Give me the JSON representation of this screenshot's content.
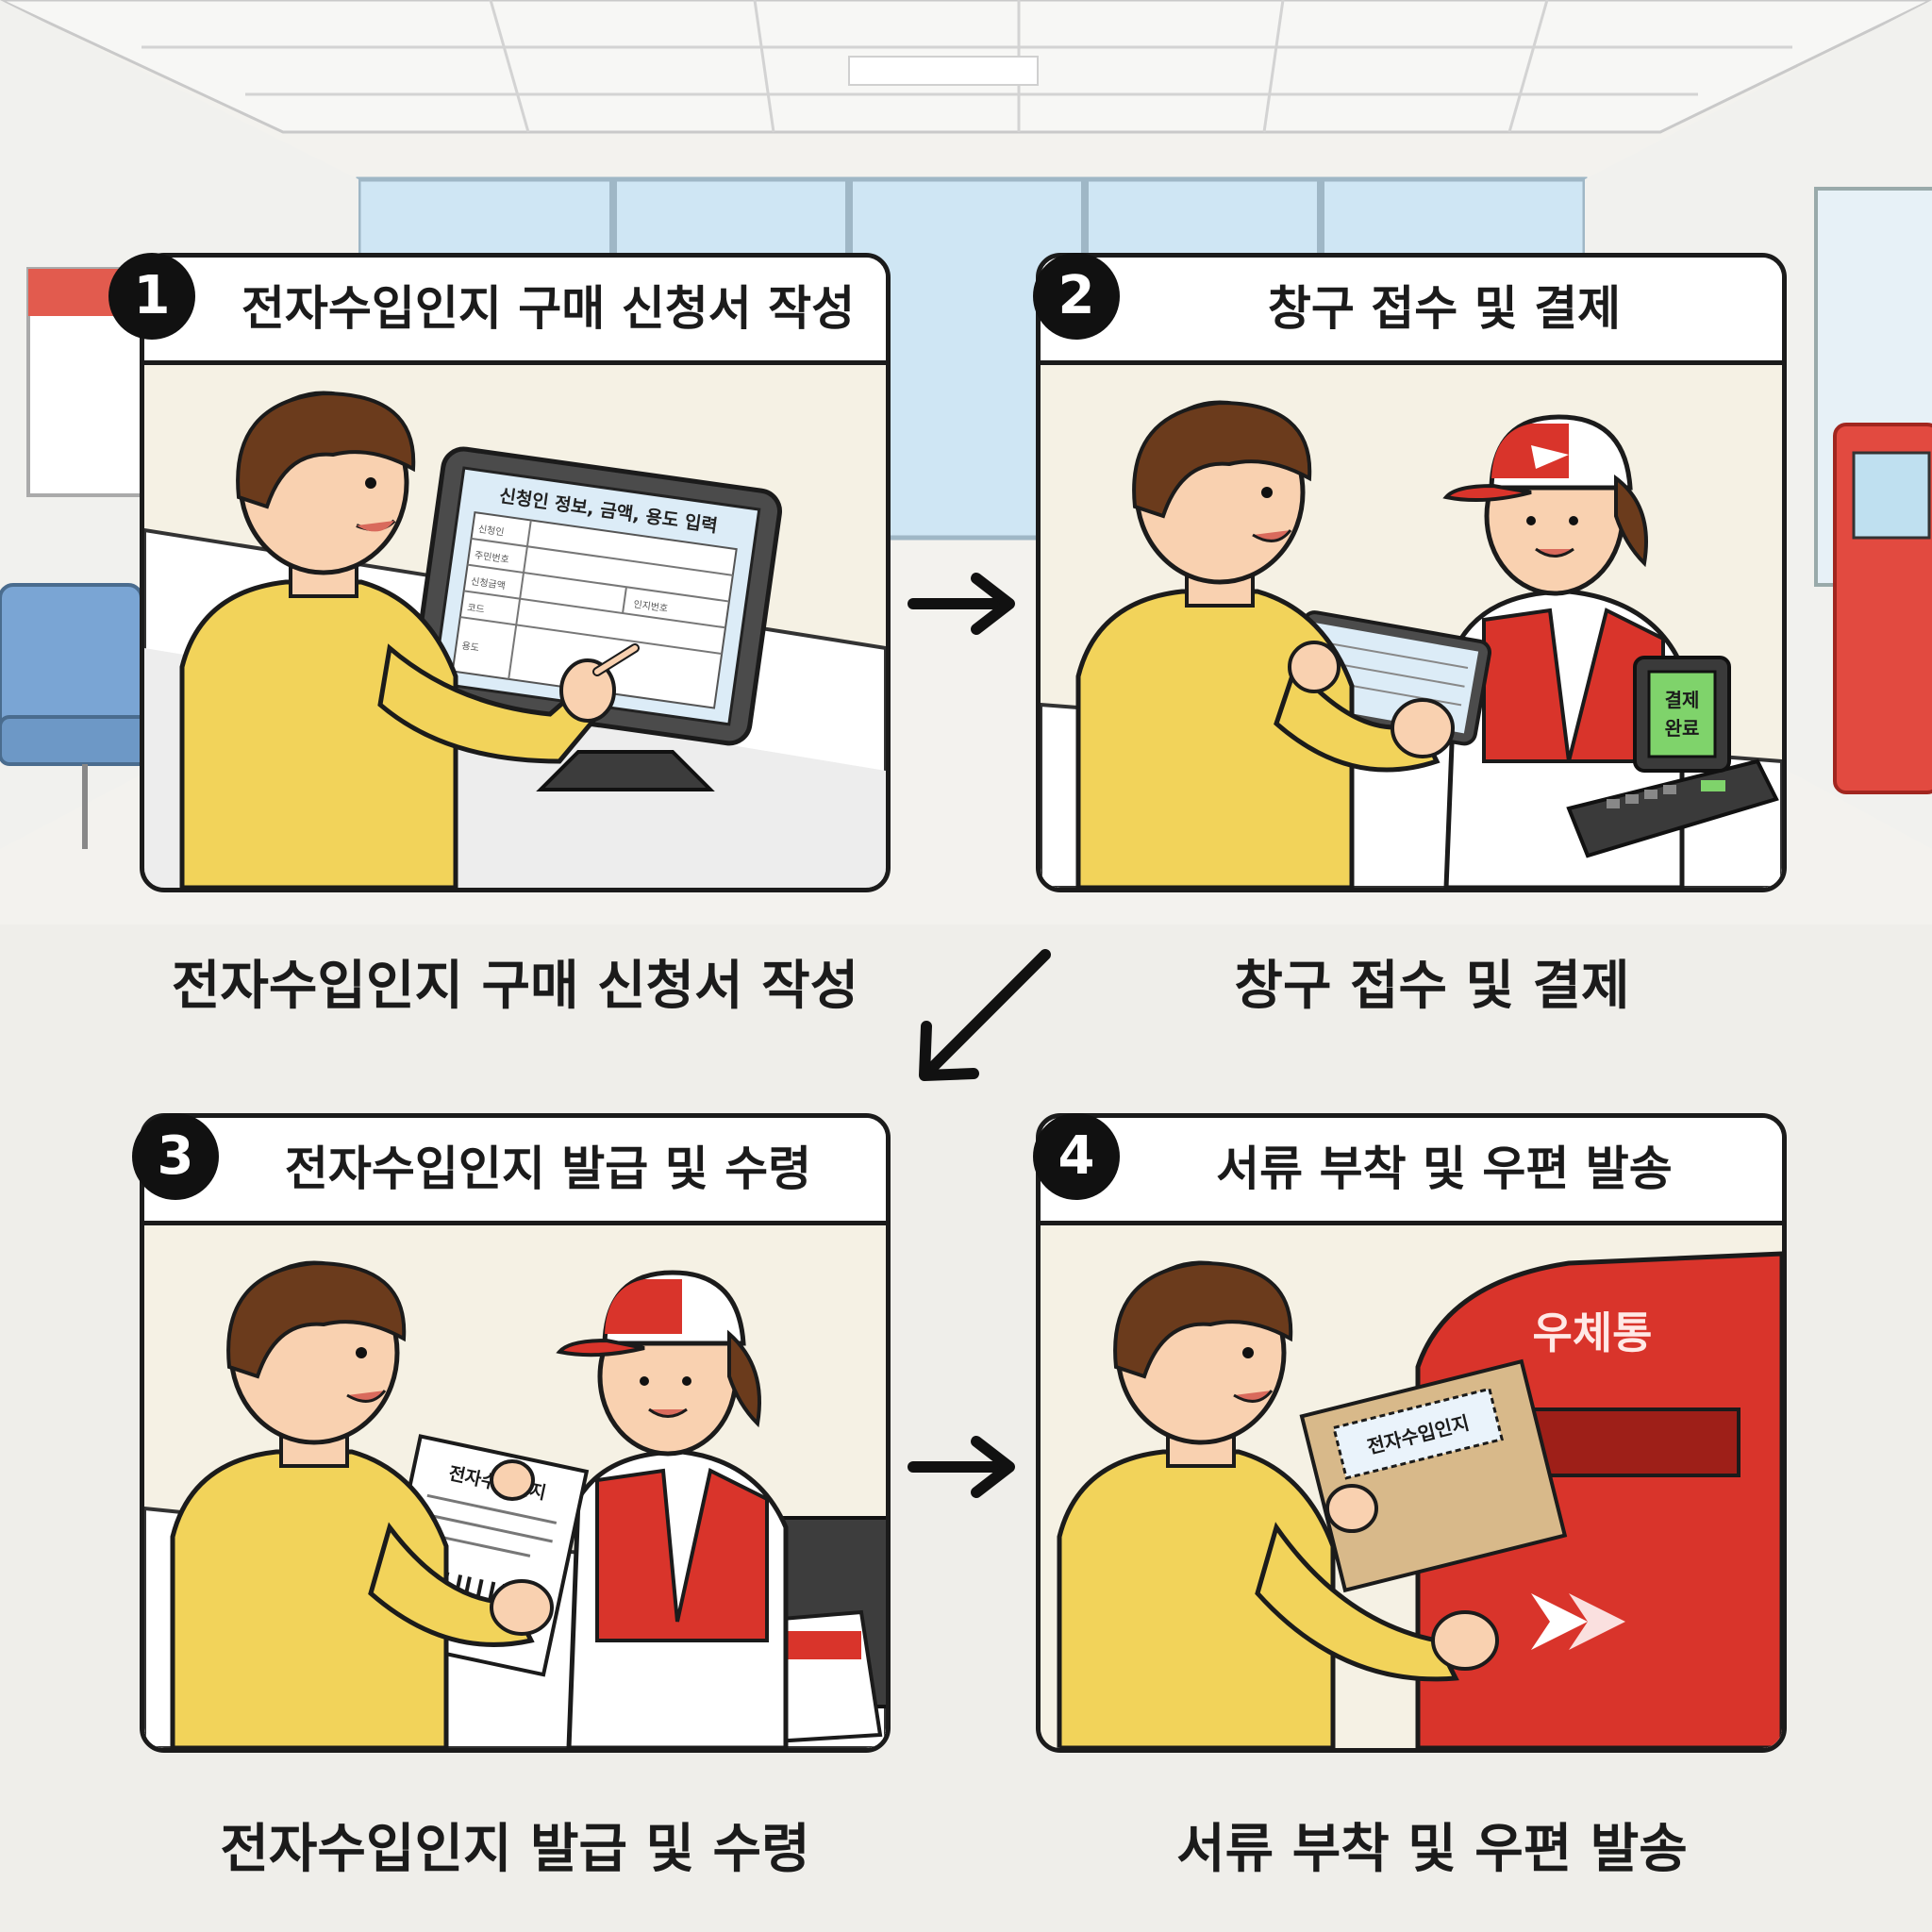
{
  "steps": [
    {
      "number": "1",
      "header": "전자수입인지 구매 신청서 작성",
      "caption": "전자수입인지 구매 신청서 작성",
      "screen_title": "신청인 정보, 금액, 용도 입력",
      "form_fields": [
        "신청인",
        "주민번호",
        "신청금액",
        "인지번호",
        "코드",
        "용도"
      ]
    },
    {
      "number": "2",
      "header": "창구 접수 및 결제",
      "caption": "창구 접수 및 결제",
      "terminal_line1": "결제",
      "terminal_line2": "완료"
    },
    {
      "number": "3",
      "header": "전자수입인지 발급 및 수령",
      "caption": "전자수입인지 발급 및 수령",
      "document_title": "전자수입인지"
    },
    {
      "number": "4",
      "header": "서류 부착 및 우편 발송",
      "caption": "서류 부착 및 우편 발송",
      "mailbox_label": "우체통",
      "envelope_stamp": "전자수입인지"
    }
  ],
  "colors": {
    "shirt": "#f2d35a",
    "postal_red": "#d9342b",
    "outline": "#1b1b1b",
    "screen": "#dcecf7",
    "terminal_screen": "#7fd36b"
  },
  "icons": [
    "right-arrow-icon",
    "down-left-arrow-icon",
    "right-arrow-icon",
    "postal-logo-icon"
  ]
}
